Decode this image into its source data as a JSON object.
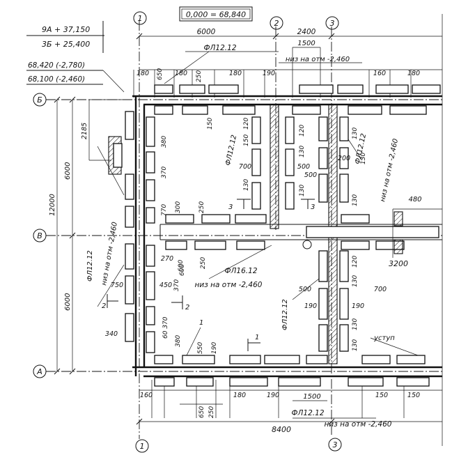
{
  "elevation_box": "0,000 = 68,840",
  "level_legend": {
    "top": "9А + 37,150",
    "bottom": "3Б + 25,400",
    "upper_mark": "68,420 (-2,780)",
    "lower_mark": "68,100 (-2,460)"
  },
  "axes": {
    "axis_1": "1",
    "axis_2": "2",
    "axis_3": "3",
    "axis_b": "Б",
    "axis_v": "В",
    "axis_a": "А"
  },
  "dimensions": {
    "d6000_top": "6000",
    "d2400": "2400",
    "d1500_top": "1500",
    "d180_a": "180",
    "d650_a": "650",
    "d180_b": "180",
    "d250_a": "250",
    "d180_c": "180",
    "d190_a": "190",
    "d160_a": "160",
    "d180_d": "180",
    "d2185": "2185",
    "d6000_left_top": "6000",
    "d12000": "12000",
    "d6000_left_bottom": "6000",
    "d380_a": "380",
    "d370_a": "370",
    "d770_a": "770",
    "d300_a": "300",
    "d250_b": "250",
    "d150_a": "150",
    "d120_a": "120",
    "d150_b": "150",
    "d700_a": "700",
    "d130_a": "130",
    "d500_a": "500",
    "d120_b": "120",
    "d200_a": "200",
    "d130_b": "130",
    "d130_c": "130",
    "d130_d": "130",
    "d500_b": "500",
    "d130_e": "130",
    "d130_f": "130",
    "d480": "480",
    "d270": "270",
    "d600_a": "600",
    "d250_c": "250",
    "d120_c": "120",
    "d3200": "3200",
    "d750": "750",
    "d450": "450",
    "d370_b": "370",
    "d600_b": "600",
    "d500_c": "500",
    "d190_b": "190",
    "d130_g": "130",
    "d700_b": "700",
    "d190_c": "190",
    "d340": "340",
    "d60_370": "60 370",
    "d380_b": "380",
    "d130_h": "130",
    "d130_i": "130",
    "d550": "550",
    "d190_d": "190",
    "d160_b": "160",
    "d180_e": "180",
    "d190_e": "190",
    "d1500_bottom": "1500",
    "d150_c": "150",
    "d150_d": "150",
    "d650_b": "650",
    "d250_d": "250",
    "d8400": "8400"
  },
  "labels": {
    "fl_top": "ФЛ12.12",
    "niz_top": "низ на отм -2,460",
    "fl_mid_left": "ФЛ12.12",
    "fl_mid_right": "ФЛ12.12",
    "niz_mid_right": "низ на отм -2,460",
    "fl_left": "ФЛ12.12",
    "niz_left": "низ на отм -2,460",
    "fl16": "ФЛ16.12",
    "niz_center": "низ на отм -2,460",
    "fl_center_right": "ФЛ12.12",
    "ustup": "уступ",
    "fl_bottom": "ФЛ12.12",
    "niz_bottom": "низ на отм -2,460",
    "sec_3_left": "3",
    "sec_3_right": "3",
    "sec_2_left": "2",
    "sec_2_right": "2",
    "sec_1": "1",
    "mark_1": "1"
  }
}
